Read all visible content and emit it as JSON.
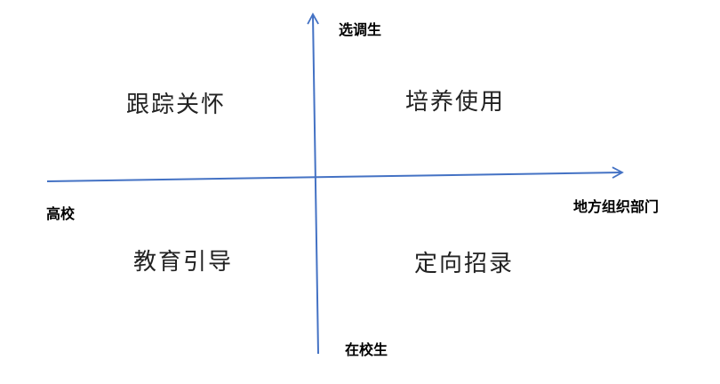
{
  "axes": {
    "top_label": "选调生",
    "bottom_label": "在校生",
    "left_label": "高校",
    "right_label": "地方组织部门",
    "line_color": "#4472C4"
  },
  "quadrants": {
    "top_left": "跟踪关怀",
    "top_right": "培养使用",
    "bottom_left": "教育引导",
    "bottom_right": "定向招录"
  }
}
